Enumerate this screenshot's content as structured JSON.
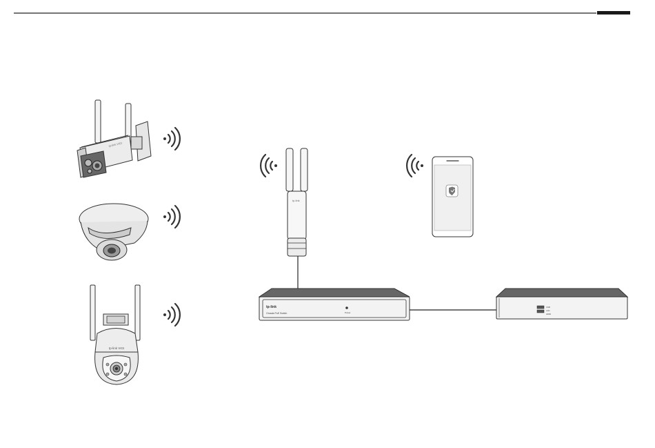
{
  "header": {
    "accent_color": "#1a1a1a"
  },
  "devices": {
    "bullet_camera": {
      "brand": "tp-link VIGI"
    },
    "ptz_camera": {
      "brand": "tp-link VIGI"
    },
    "access_point": {
      "brand": "tp-link"
    },
    "poe_switch": {
      "brand": "tp-link",
      "model_label": "Omada PoE Switch",
      "power_label": "Power"
    },
    "nvr": {
      "port_label_1": "USB",
      "port_label_2": "LAN",
      "port_label_3": "HDMI"
    }
  },
  "icons": [
    "wifi-signal-icon",
    "smartphone-icon",
    "app-shield-icon"
  ],
  "colors": {
    "line": "#222222",
    "device_fill": "#f2f2f2",
    "device_dark": "#555555"
  }
}
